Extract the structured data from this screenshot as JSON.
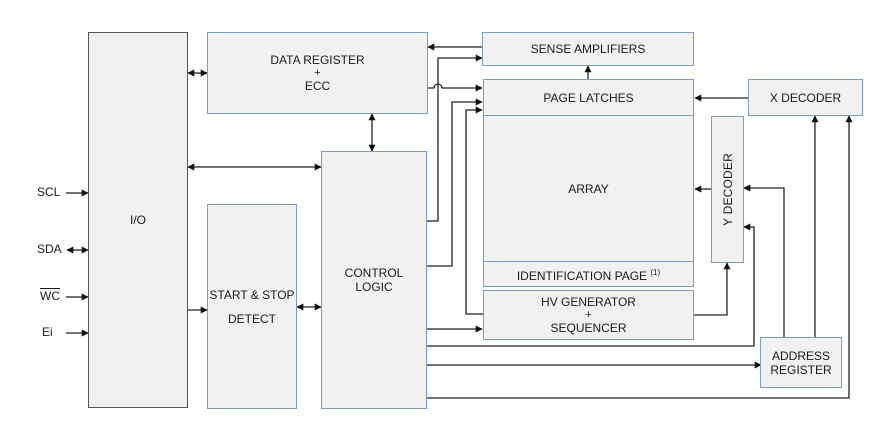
{
  "diagram": {
    "type": "block-diagram",
    "blocks": {
      "io": {
        "label": "I/O"
      },
      "data_register": {
        "line1": "DATA REGISTER",
        "plus": "+",
        "line2": "ECC"
      },
      "sense_amplifiers": {
        "label": "SENSE AMPLIFIERS"
      },
      "page_latches": {
        "label": "PAGE LATCHES"
      },
      "x_decoder": {
        "label": "X DECODER"
      },
      "array": {
        "label": "ARRAY"
      },
      "y_decoder": {
        "label": "Y DECODER"
      },
      "identification_page": {
        "label": "IDENTIFICATION PAGE",
        "footnote": "(1)"
      },
      "hv_generator": {
        "line1": "HV GENERATOR",
        "plus": "+",
        "line2": "SEQUENCER"
      },
      "start_stop": {
        "line1": "START & STOP",
        "line2": "DETECT"
      },
      "control_logic": {
        "line1": "CONTROL",
        "line2": "LOGIC"
      },
      "address_register": {
        "line1": "ADDRESS",
        "line2": "REGISTER"
      }
    },
    "signals": [
      {
        "name": "SCL",
        "direction": "in",
        "overline": false
      },
      {
        "name": "SDA",
        "direction": "bidirectional",
        "overline": false
      },
      {
        "name": "WC",
        "direction": "in",
        "overline": true
      },
      {
        "name": "Ei",
        "direction": "in",
        "overline": false
      }
    ],
    "connections": [
      {
        "from": "io",
        "to": "data_register",
        "type": "bidirectional"
      },
      {
        "from": "io",
        "to": "control_logic",
        "type": "bidirectional"
      },
      {
        "from": "io",
        "to": "start_stop",
        "type": "directed"
      },
      {
        "from": "start_stop",
        "to": "control_logic",
        "type": "bidirectional"
      },
      {
        "from": "data_register",
        "to": "control_logic",
        "type": "bidirectional"
      },
      {
        "from": "sense_amplifiers",
        "to": "data_register",
        "type": "directed"
      },
      {
        "from": "data_register",
        "to": "page_latches",
        "type": "directed"
      },
      {
        "from": "page_latches",
        "to": "sense_amplifiers",
        "type": "directed"
      },
      {
        "from": "control_logic",
        "to": "sense_amplifiers",
        "type": "directed"
      },
      {
        "from": "control_logic",
        "to": "page_latches",
        "type": "directed"
      },
      {
        "from": "hv_generator",
        "to": "page_latches",
        "type": "directed"
      },
      {
        "from": "control_logic",
        "to": "hv_generator",
        "type": "directed"
      },
      {
        "from": "hv_generator",
        "to": "y_decoder",
        "type": "directed"
      },
      {
        "from": "x_decoder",
        "to": "page_latches",
        "type": "directed"
      },
      {
        "from": "y_decoder",
        "to": "array",
        "type": "directed"
      },
      {
        "from": "address_register",
        "to": "y_decoder",
        "type": "directed"
      },
      {
        "from": "address_register",
        "to": "x_decoder",
        "type": "directed"
      },
      {
        "from": "control_logic",
        "to": "y_decoder",
        "type": "directed"
      },
      {
        "from": "control_logic",
        "to": "address_register",
        "type": "directed"
      },
      {
        "from": "control_logic",
        "to": "x_decoder",
        "type": "directed"
      }
    ]
  }
}
